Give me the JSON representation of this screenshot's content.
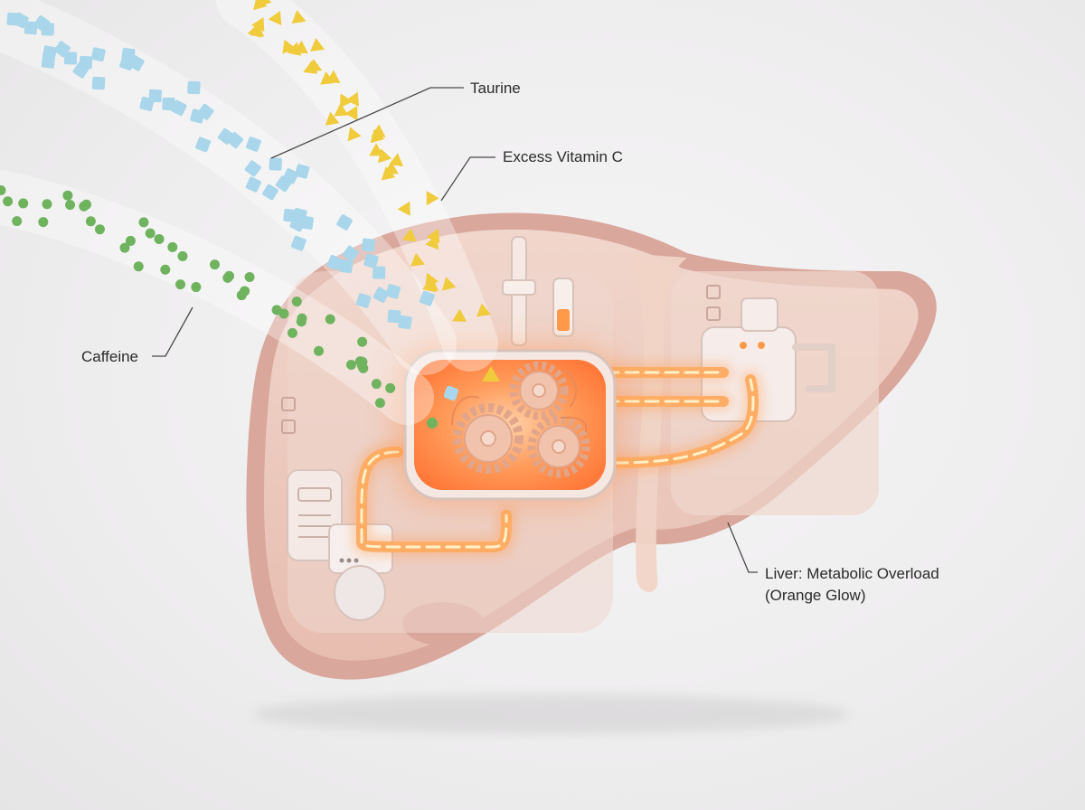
{
  "labels": {
    "taurine": "Taurine",
    "vitamin_c": "Excess Vitamin C",
    "caffeine": "Caffeine",
    "liver_line1": "Liver: Metabolic Overload",
    "liver_line2": "(Orange Glow)"
  },
  "colors": {
    "background": "#efeeef",
    "liver_tissue": "#e9c3b6",
    "liver_outline": "#d49c91",
    "caffeine_particle": "#6fb35f",
    "taurine_particle": "#a9d6ea",
    "vitamin_c_particle": "#f0cb3c",
    "overload_glow": "#ff8a3d"
  },
  "icons": {
    "caffeine": "green-sphere-icon",
    "taurine": "blue-cube-icon",
    "vitamin_c": "yellow-triangle-icon",
    "processor": "gear-icon"
  }
}
